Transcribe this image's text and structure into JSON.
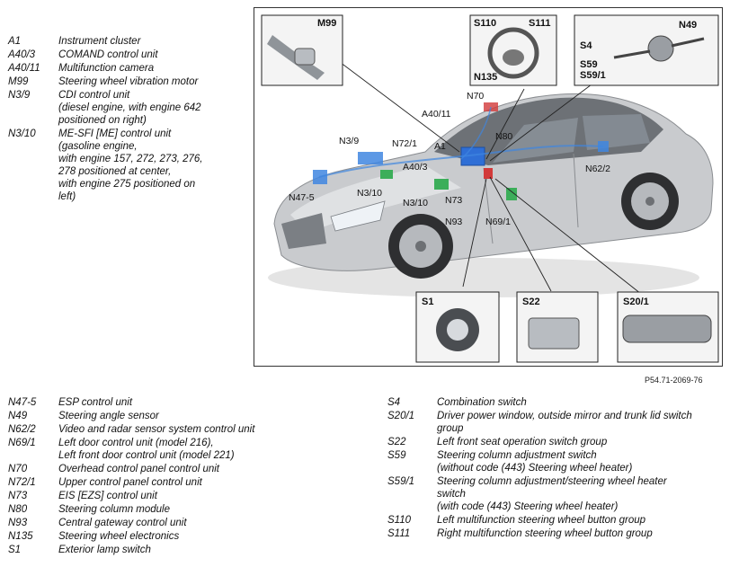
{
  "legend_top": [
    {
      "code": "A1",
      "desc": "Instrument cluster"
    },
    {
      "code": "A40/3",
      "desc": "COMAND control unit"
    },
    {
      "code": "A40/11",
      "desc": "Multifunction camera"
    },
    {
      "code": "M99",
      "desc": "Steering wheel vibration motor"
    },
    {
      "code": "N3/9",
      "desc": "CDI control unit\n(diesel engine, with engine 642\npositioned on right)"
    },
    {
      "code": "N3/10",
      "desc": "ME-SFI [ME] control unit\n(gasoline engine,\nwith engine 157, 272, 273, 276,\n278 positioned at center,\nwith engine 275 positioned on\nleft)"
    }
  ],
  "legend_bottom_left": [
    {
      "code": "N47-5",
      "desc": "ESP control unit"
    },
    {
      "code": "N49",
      "desc": "Steering angle sensor"
    },
    {
      "code": "N62/2",
      "desc": "Video and radar sensor system control unit"
    },
    {
      "code": "N69/1",
      "desc": "Left door control unit (model 216),\nLeft front door control unit (model 221)"
    },
    {
      "code": "N70",
      "desc": "Overhead control panel control unit"
    },
    {
      "code": "N72/1",
      "desc": "Upper control panel control unit"
    },
    {
      "code": "N73",
      "desc": "EIS [EZS] control unit"
    },
    {
      "code": "N80",
      "desc": "Steering column module"
    },
    {
      "code": "N93",
      "desc": "Central gateway control unit"
    },
    {
      "code": "N135",
      "desc": "Steering wheel electronics"
    },
    {
      "code": "S1",
      "desc": "Exterior lamp switch"
    }
  ],
  "legend_bottom_right": [
    {
      "code": "S4",
      "desc": "Combination switch"
    },
    {
      "code": "S20/1",
      "desc": "Driver power window, outside mirror and trunk lid switch\ngroup"
    },
    {
      "code": "S22",
      "desc": "Left front seat operation switch group"
    },
    {
      "code": "S59",
      "desc": "Steering column adjustment switch\n(without code (443) Steering wheel heater)"
    },
    {
      "code": "S59/1",
      "desc": "Steering column adjustment/steering wheel heater\nswitch\n(with code (443) Steering wheel heater)"
    },
    {
      "code": "S110",
      "desc": "Left multifunction steering wheel button group"
    },
    {
      "code": "S111",
      "desc": "Right multifunction steering wheel button group"
    }
  ],
  "diagram": {
    "box_labels": {
      "m99": "M99",
      "s110": "S110",
      "s111": "S111",
      "n135": "N135",
      "n49": "N49",
      "s4": "S4",
      "s59": "S59",
      "s591": "S59/1",
      "s1": "S1",
      "s22": "S22",
      "s201": "S20/1"
    },
    "callouts": {
      "n70": "N70",
      "a4011": "A40/11",
      "n39": "N3/9",
      "n721": "N72/1",
      "a1": "A1",
      "n80": "N80",
      "a403": "A40/3",
      "n622": "N62/2",
      "n475": "N47-5",
      "n310": "N3/10",
      "n310b": "N3/10",
      "n73": "N73",
      "n93": "N93",
      "n691": "N69/1"
    }
  },
  "reference": "P54.71-2069-76",
  "colors": {
    "car_body": "#c9cbce",
    "module_blue": "#2f6fd6",
    "module_green": "#3cae5a",
    "module_red": "#d23a3a"
  }
}
